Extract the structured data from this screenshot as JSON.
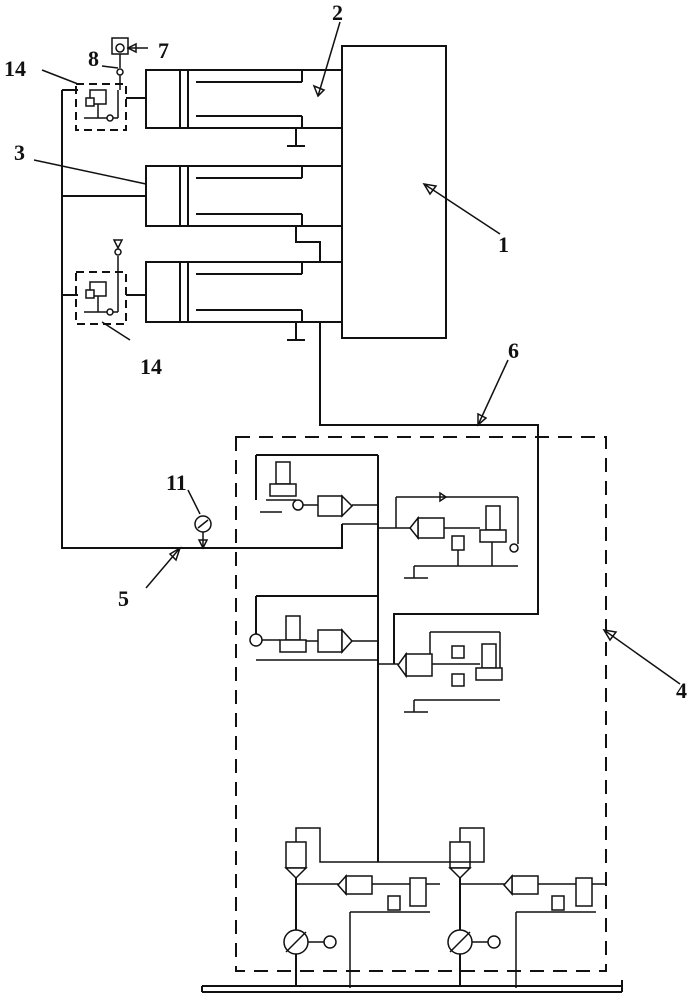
{
  "labels": {
    "l1": "1",
    "l2": "2",
    "l3": "3",
    "l4": "4",
    "l5": "5",
    "l6": "6",
    "l7": "7",
    "l8": "8",
    "l11": "11",
    "l14a": "14",
    "l14b": "14"
  }
}
